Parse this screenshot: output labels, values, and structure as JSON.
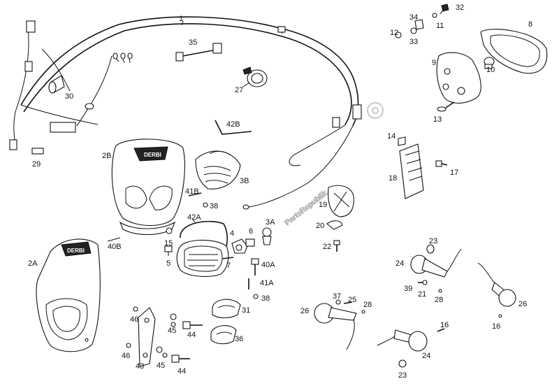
{
  "diagram": {
    "watermark_text": "PartsRepublik",
    "callouts": [
      {
        "id": "c1",
        "label": "1"
      },
      {
        "id": "c35",
        "label": "35"
      },
      {
        "id": "c30",
        "label": "30"
      },
      {
        "id": "c27",
        "label": "27"
      },
      {
        "id": "c29",
        "label": "29"
      },
      {
        "id": "c42B",
        "label": "42B"
      },
      {
        "id": "c2B",
        "label": "2B"
      },
      {
        "id": "c3B",
        "label": "3B"
      },
      {
        "id": "c41B",
        "label": "41B"
      },
      {
        "id": "c38a",
        "label": "38"
      },
      {
        "id": "c42A",
        "label": "42A"
      },
      {
        "id": "c40B",
        "label": "40B"
      },
      {
        "id": "c15",
        "label": "15"
      },
      {
        "id": "c4",
        "label": "4"
      },
      {
        "id": "c5",
        "label": "5"
      },
      {
        "id": "c6",
        "label": "6"
      },
      {
        "id": "c3A",
        "label": "3A"
      },
      {
        "id": "c7",
        "label": "7"
      },
      {
        "id": "c2A",
        "label": "2A"
      },
      {
        "id": "c40A",
        "label": "40A"
      },
      {
        "id": "c41A",
        "label": "41A"
      },
      {
        "id": "c38b",
        "label": "38"
      },
      {
        "id": "c31",
        "label": "31"
      },
      {
        "id": "c36",
        "label": "36"
      },
      {
        "id": "c46a",
        "label": "46"
      },
      {
        "id": "c45a",
        "label": "45"
      },
      {
        "id": "c44a",
        "label": "44"
      },
      {
        "id": "c46b",
        "label": "46"
      },
      {
        "id": "c43",
        "label": "43"
      },
      {
        "id": "c45b",
        "label": "45"
      },
      {
        "id": "c44b",
        "label": "44"
      },
      {
        "id": "c34",
        "label": "34"
      },
      {
        "id": "c32",
        "label": "32"
      },
      {
        "id": "c12",
        "label": "12"
      },
      {
        "id": "c33",
        "label": "33"
      },
      {
        "id": "c11",
        "label": "11"
      },
      {
        "id": "c8",
        "label": "8"
      },
      {
        "id": "c9",
        "label": "9"
      },
      {
        "id": "c10",
        "label": "10"
      },
      {
        "id": "c13",
        "label": "13"
      },
      {
        "id": "c14",
        "label": "14"
      },
      {
        "id": "c18",
        "label": "18"
      },
      {
        "id": "c17",
        "label": "17"
      },
      {
        "id": "c19",
        "label": "19"
      },
      {
        "id": "c20",
        "label": "20"
      },
      {
        "id": "c22",
        "label": "22"
      },
      {
        "id": "c23a",
        "label": "23"
      },
      {
        "id": "c24a",
        "label": "24"
      },
      {
        "id": "c39",
        "label": "39"
      },
      {
        "id": "c21",
        "label": "21"
      },
      {
        "id": "c28a",
        "label": "28"
      },
      {
        "id": "c26a",
        "label": "26"
      },
      {
        "id": "c16a",
        "label": "16"
      },
      {
        "id": "c37",
        "label": "37"
      },
      {
        "id": "c25",
        "label": "25"
      },
      {
        "id": "c28b",
        "label": "28"
      },
      {
        "id": "c26b",
        "label": "26"
      },
      {
        "id": "c16b",
        "label": "16"
      },
      {
        "id": "c24b",
        "label": "24"
      },
      {
        "id": "c23b",
        "label": "23"
      }
    ],
    "brand_marks": [
      {
        "id": "brandB",
        "text": "DERBI"
      },
      {
        "id": "brandA",
        "text": "DERBI"
      }
    ]
  }
}
